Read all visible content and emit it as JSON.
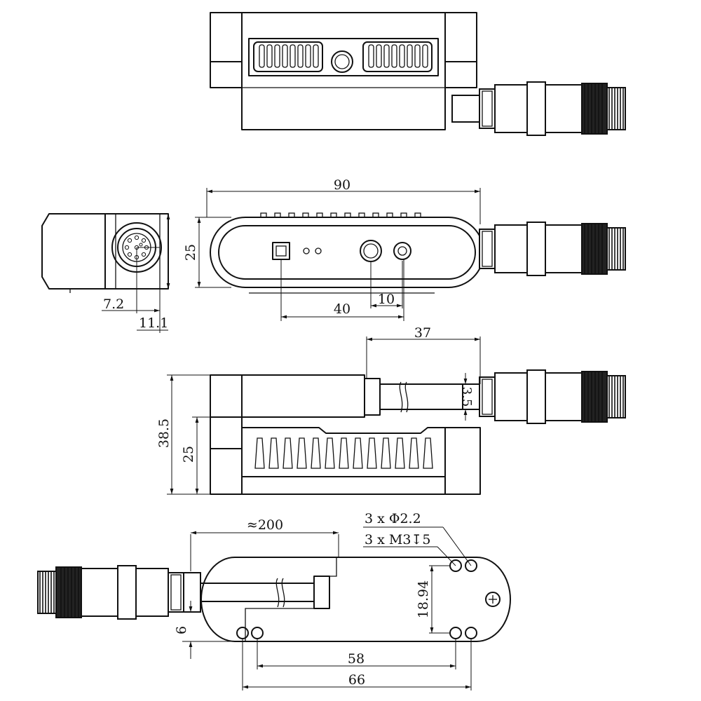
{
  "views": {
    "top": {},
    "front": {
      "dims": {
        "width": "90",
        "height": "25",
        "spacing_a": "40",
        "spacing_b": "10"
      }
    },
    "side_left": {
      "dims": {
        "offset_a": "7.2",
        "offset_b": "11.1"
      }
    },
    "elevation": {
      "dims": {
        "length": "37",
        "total_height": "38.5",
        "body_height": "25",
        "cable_offset": "3.5"
      }
    },
    "bottom": {
      "dims": {
        "cable_length": "≈200",
        "holes_a": "3 x Φ2.2",
        "holes_b": "3 x M3↧5",
        "hole_spacing_v": "18.94",
        "edge_offset": "6",
        "hole_spacing_a": "58",
        "hole_spacing_b": "66"
      }
    }
  }
}
